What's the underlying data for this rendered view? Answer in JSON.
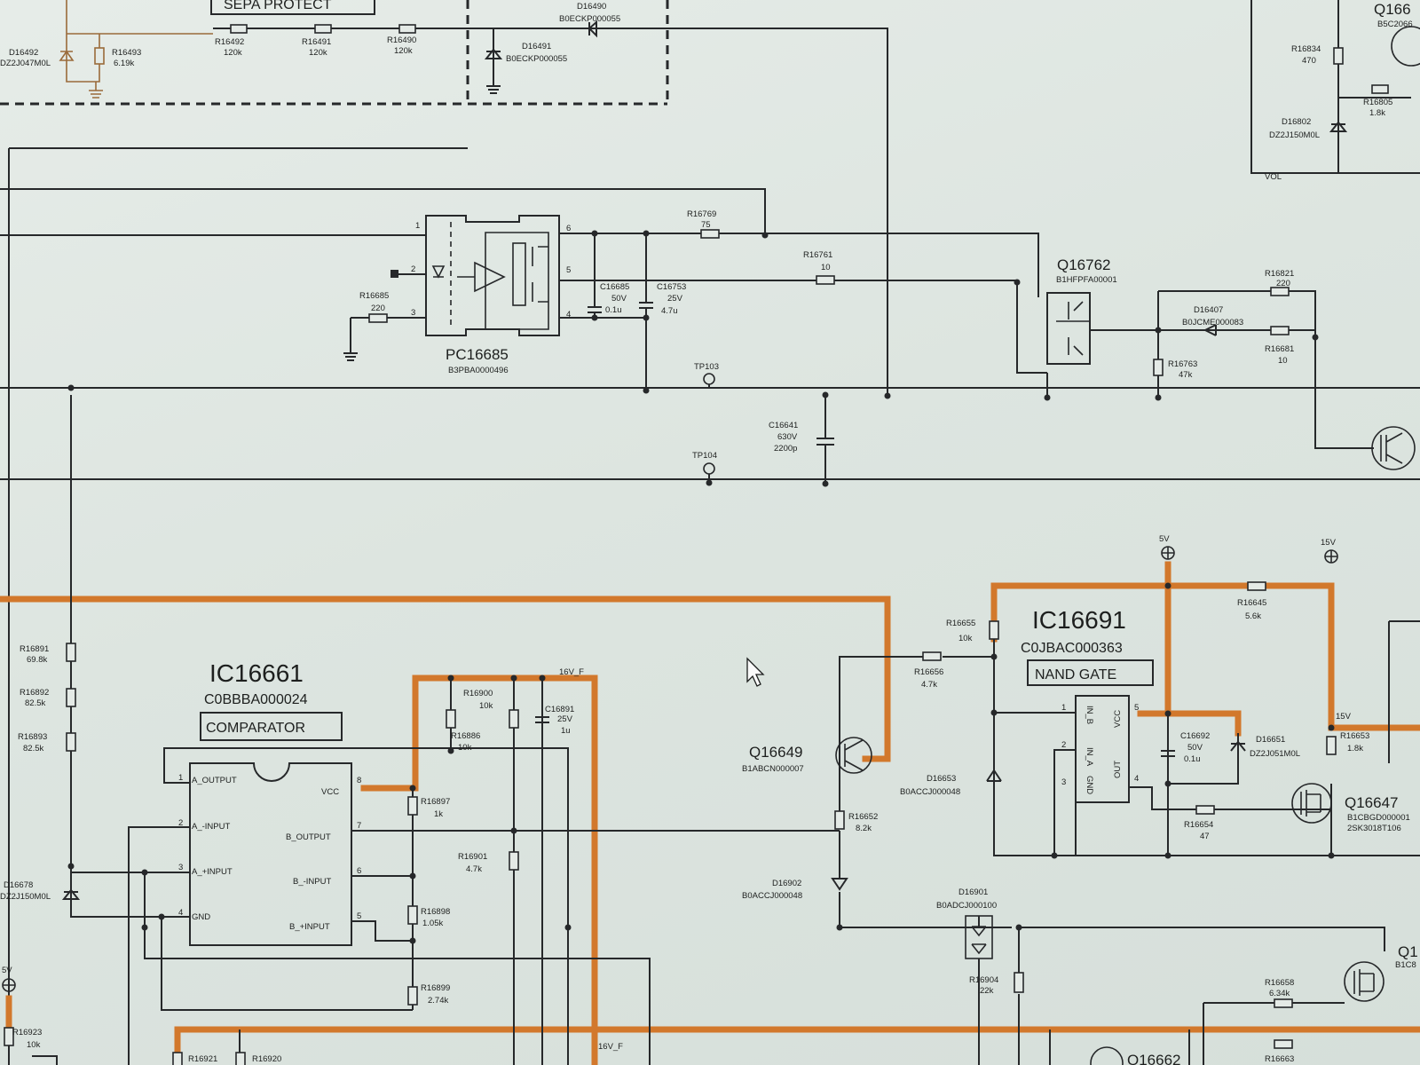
{
  "title_fragment": "SEPA PROTECT",
  "ics": {
    "ic16661": {
      "ref": "IC16661",
      "part": "C0BBBA000024",
      "func": "COMPARATOR",
      "pins": {
        "p1": "1",
        "p2": "2",
        "p3": "3",
        "p4": "4",
        "p5": "5",
        "p6": "6",
        "p7": "7",
        "p8": "8"
      },
      "pin_names": {
        "a_output": "A_OUTPUT",
        "a_minus": "A_-INPUT",
        "a_plus": "A_+INPUT",
        "gnd": "GND",
        "vcc": "VCC",
        "b_output": "B_OUTPUT",
        "b_minus": "B_-INPUT",
        "b_plus": "B_+INPUT"
      }
    },
    "ic16691": {
      "ref": "IC16691",
      "part": "C0JBAC000363",
      "func": "NAND GATE",
      "pins": {
        "p1": "1",
        "p2": "2",
        "p3": "3",
        "p4": "4",
        "p5": "5"
      },
      "pin_names": {
        "in_b": "IN_B",
        "in_a": "IN_A",
        "gnd": "GND",
        "out": "OUT",
        "vcc": "VCC"
      }
    },
    "pc16685": {
      "ref": "PC16685",
      "part": "B3PBA0000496",
      "pins": {
        "p1": "1",
        "p2": "2",
        "p3": "3",
        "p4": "4",
        "p5": "5",
        "p6": "6"
      }
    }
  },
  "transistors": {
    "q16762": {
      "ref": "Q16762",
      "part": "B1HFPFA00001"
    },
    "q16649": {
      "ref": "Q16649",
      "part": "B1ABCN000007"
    },
    "q16647": {
      "ref": "Q16647",
      "part1": "B1CBGD000001",
      "part2": "2SK3018T106"
    },
    "q_top_right": {
      "ref": "Q166",
      "part": "B5C2066"
    },
    "q_bottom_right": {
      "ref": "Q1",
      "part": "B1C8"
    },
    "q_bottom_mid": {
      "ref": "Q16662"
    }
  },
  "resistors": {
    "r16492": {
      "ref": "R16492",
      "val": "120k"
    },
    "r16491": {
      "ref": "R16491",
      "val": "120k"
    },
    "r16490": {
      "ref": "R16490",
      "val": "120k"
    },
    "r16493": {
      "ref": "R16493",
      "val": "6.19k"
    },
    "r16769": {
      "ref": "R16769",
      "val": "75"
    },
    "r16761": {
      "ref": "R16761",
      "val": "10"
    },
    "r16685": {
      "ref": "R16685",
      "val": "220"
    },
    "r16821": {
      "ref": "R16821",
      "val": "220"
    },
    "r16681": {
      "ref": "R16681",
      "val": "10"
    },
    "r16763": {
      "ref": "R16763",
      "val": "47k"
    },
    "r16834": {
      "ref": "R16834",
      "val": "470"
    },
    "r16805": {
      "ref": "R16805",
      "val": "1.8k"
    },
    "r16891": {
      "ref": "R16891",
      "val": "69.8k"
    },
    "r16892": {
      "ref": "R16892",
      "val": "82.5k"
    },
    "r16893": {
      "ref": "R16893",
      "val": "82.5k"
    },
    "r16900": {
      "ref": "R16900",
      "val": "10k"
    },
    "r16886": {
      "ref": "R16886",
      "val": "10k"
    },
    "r16897": {
      "ref": "R16897",
      "val": "1k"
    },
    "r16901": {
      "ref": "R16901",
      "val": "4.7k"
    },
    "r16898": {
      "ref": "R16898",
      "val": "1.05k"
    },
    "r16899": {
      "ref": "R16899",
      "val": "2.74k"
    },
    "r16655": {
      "ref": "R16655",
      "val": "10k"
    },
    "r16656": {
      "ref": "R16656",
      "val": "4.7k"
    },
    "r16652": {
      "ref": "R16652",
      "val": "8.2k"
    },
    "r16645": {
      "ref": "R16645",
      "val": "5.6k"
    },
    "r16653": {
      "ref": "R16653",
      "val": "1.8k"
    },
    "r16654": {
      "ref": "R16654",
      "val": "47"
    },
    "r16904": {
      "ref": "R16904",
      "val": "22k"
    },
    "r16658": {
      "ref": "R16658",
      "val": "6.34k"
    },
    "r16923": {
      "ref": "R16923",
      "val": "10k"
    },
    "r16921": {
      "ref": "R16921"
    },
    "r16920": {
      "ref": "R16920"
    },
    "r16663": {
      "ref": "R16663"
    }
  },
  "capacitors": {
    "c16685": {
      "ref": "C16685",
      "v": "50V",
      "val": "0.1u"
    },
    "c16753": {
      "ref": "C16753",
      "v": "25V",
      "val": "4.7u"
    },
    "c16641": {
      "ref": "C16641",
      "v": "630V",
      "val": "2200p"
    },
    "c16891": {
      "ref": "C16891",
      "v": "25V",
      "val": "1u"
    },
    "c16692": {
      "ref": "C16692",
      "v": "50V",
      "val": "0.1u"
    }
  },
  "diodes": {
    "d16490": {
      "ref": "D16490",
      "part": "B0ECKP000055"
    },
    "d16491": {
      "ref": "D16491",
      "part": "B0ECKP000055"
    },
    "d16492": {
      "ref": "D16492",
      "part": "DZ2J047M0L"
    },
    "d16407": {
      "ref": "D16407",
      "part": "B0JCME000083"
    },
    "d16802": {
      "ref": "D16802",
      "part": "DZ2J150M0L"
    },
    "d16653": {
      "ref": "D16653",
      "part": "B0ACCJ000048"
    },
    "d16651": {
      "ref": "D16651",
      "part": "DZ2J051M0L"
    },
    "d16902": {
      "ref": "D16902",
      "part": "B0ACCJ000048"
    },
    "d16901": {
      "ref": "D16901",
      "part": "B0ADCJ000100"
    },
    "d16678": {
      "ref": "D16678",
      "part": "DZ2J150M0L"
    }
  },
  "test_points": {
    "tp103": "TP103",
    "tp104": "TP104"
  },
  "nets": {
    "v5": "5V",
    "v15": "15V",
    "v16f": "16V_F",
    "v16f_b": "16V_F",
    "vol": "VOL",
    "v15b": "15V",
    "v5b": "5V"
  }
}
